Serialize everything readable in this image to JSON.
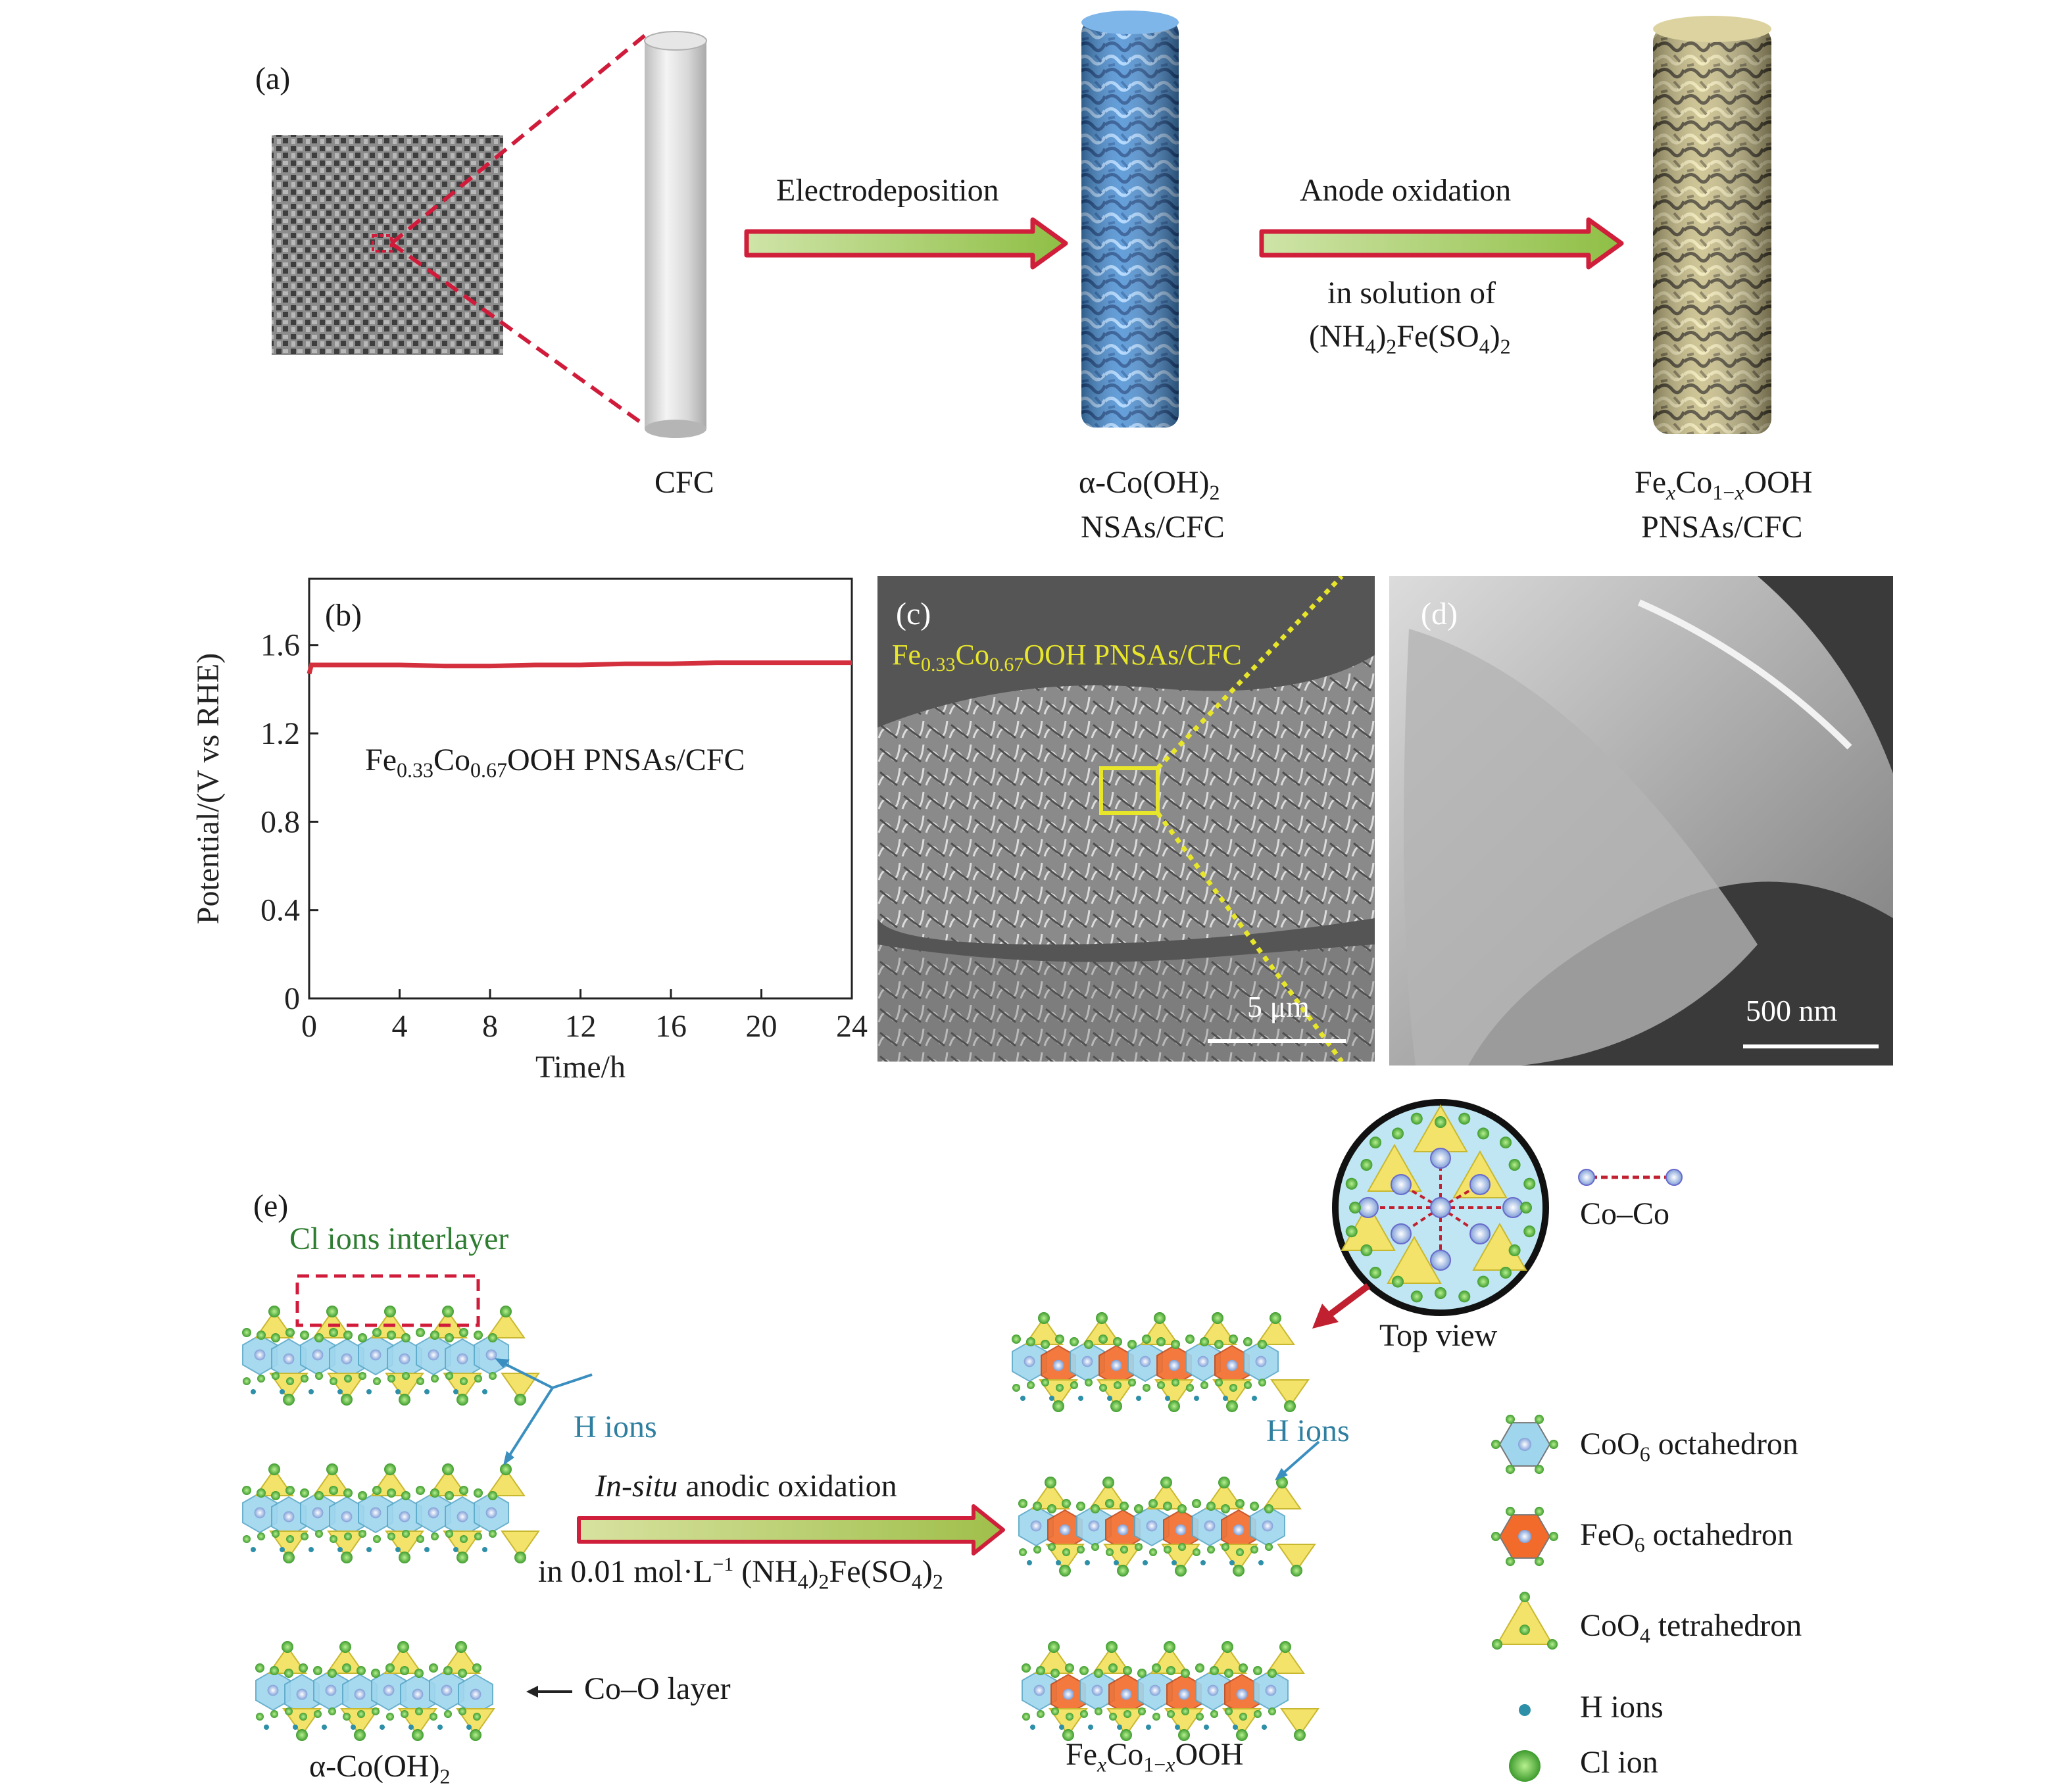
{
  "panel_a": {
    "letter": "(a)",
    "step1_label": "Electrodeposition",
    "step2_label": "Anode oxidation",
    "step2_condition_line1": "in solution of",
    "step2_condition_line2": "(NH4)2Fe(SO4)2",
    "cfc_label": "CFC",
    "nsa_label_line1": "α-Co(OH)2",
    "nsa_label_line2": "NSAs/CFC",
    "pnsa_label_line1": "FexCo1−xOOH",
    "pnsa_label_line2": "PNSAs/CFC"
  },
  "panel_b": {
    "letter": "(b)",
    "annotation": "Fe0.33Co0.67OOH PNSAs/CFC"
  },
  "panel_c": {
    "letter": "(c)",
    "caption": "Fe0.33Co0.67OOH PNSAs/CFC",
    "scale": "5 μm"
  },
  "panel_d": {
    "letter": "(d)",
    "scale": "500 nm"
  },
  "panel_e": {
    "letter": "(e)",
    "cl_interlayer": "Cl ions interlayer",
    "h_ions_left": "H ions",
    "h_ions_right": "H ions",
    "co_o_layer": "Co–O layer",
    "left_product": "α-Co(OH)2",
    "right_product": "FexCo1−xOOH",
    "process_line1": "In-situ anodic oxidation",
    "process_line2": "in 0.01 mol·L−1 (NH4)2Fe(SO4)2",
    "top_view": "Top view",
    "co_co": "Co–Co",
    "legend": [
      {
        "label": "CoO6 octahedron",
        "color": "#9fd6ee"
      },
      {
        "label": "FeO6 octahedron",
        "color": "#f26b2a"
      },
      {
        "label": "CoO4 tetrahedron",
        "color": "#f3e36a"
      },
      {
        "label": "H ions",
        "color": "#2e8fa8"
      },
      {
        "label": "Cl ion",
        "color": "#5cb84a"
      }
    ]
  },
  "chart_data": {
    "type": "line",
    "title": "",
    "xlabel": "Time/h",
    "ylabel": "Potential/(V vs RHE)",
    "xlim": [
      0,
      24
    ],
    "ylim": [
      0,
      1.9
    ],
    "xticks": [
      0,
      4,
      8,
      12,
      16,
      20,
      24
    ],
    "yticks": [
      0,
      0.4,
      0.8,
      1.2,
      1.6
    ],
    "series": [
      {
        "name": "",
        "color": "#d32f3c",
        "x": [
          0,
          0.1,
          0.5,
          2,
          4,
          6,
          8,
          10,
          12,
          14,
          16,
          18,
          20,
          22,
          24
        ],
        "y": [
          1.47,
          1.51,
          1.51,
          1.51,
          1.51,
          1.505,
          1.505,
          1.51,
          1.51,
          1.515,
          1.515,
          1.52,
          1.52,
          1.52,
          1.52
        ]
      }
    ]
  }
}
